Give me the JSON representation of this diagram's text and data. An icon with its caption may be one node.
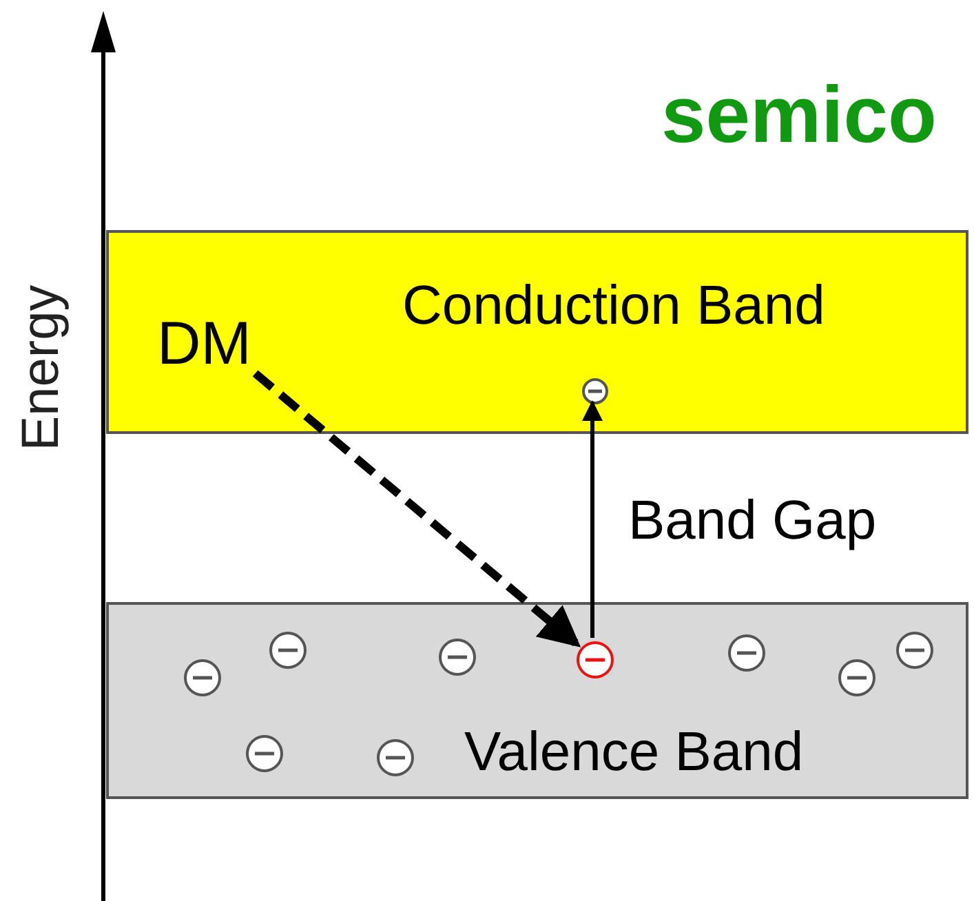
{
  "diagram": {
    "title": "semico",
    "nodes": [
      {
        "text": [
          "Conduction Band"
        ]
      },
      {
        "text": [
          "DM"
        ],
        "in": 0
      },
      {
        "text": [],
        "shape": "circle",
        "in": 0
      },
      {
        "text": [
          "Valence Band"
        ]
      },
      {
        "text": [],
        "shape": "circle",
        "in": 3
      }
    ],
    "edges": [
      {
        "from": 1,
        "to": 4,
        "arrow": "to",
        "style": "dashed"
      },
      {
        "from": 4,
        "to": 2,
        "arrow": "to",
        "label": "Band Gap"
      }
    ],
    "labels": [
      "Energy"
    ]
  }
}
